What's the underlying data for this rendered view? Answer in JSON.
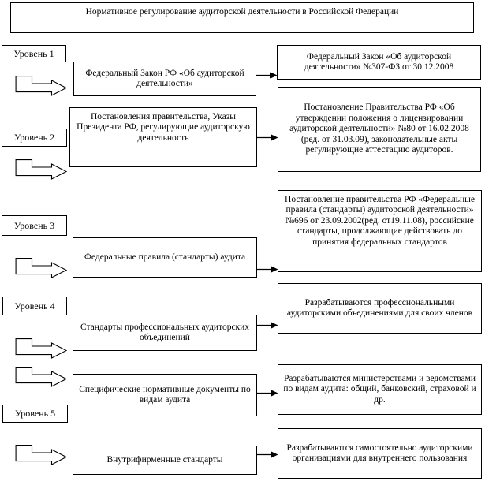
{
  "title": "Нормативное регулирование аудиторской деятельности в Российской Федерации",
  "levels": [
    {
      "label": "Уровень 1"
    },
    {
      "label": "Уровень 2"
    },
    {
      "label": "Уровень 3"
    },
    {
      "label": "Уровень 4"
    },
    {
      "label": "Уровень 5"
    }
  ],
  "rows": [
    {
      "middle": "Федеральный Закон РФ «Об аудиторской деятельности»",
      "right": "Федеральный Закон «Об аудиторской деятельности» №307-ФЗ от 30.12.2008"
    },
    {
      "middle": "Постановления правительства, Указы Президента РФ, регулирующие аудиторскую деятельность",
      "right": "Постановление Правительства РФ «Об утверждении положения о лицензировании аудиторской деятельности» №80 от 16.02.2008 (ред. от 31.03.09), законодательные акты регулирующие аттестацию аудиторов."
    },
    {
      "middle": "Федеральные правила (стандарты) аудита",
      "right": "Постановление правительства РФ «Федеральные правила (стандарты) аудиторской деятельности» №696 от 23.09.2002(ред. от19.11.08), российские стандарты, продолжающие действовать до принятия федеральных стандартов"
    },
    {
      "middle": "Стандарты профессиональных аудиторских объединений",
      "right": "Разрабатываются профессиональными аудиторскими объединениями для своих членов"
    },
    {
      "middle": "Специфические нормативные документы по видам аудита",
      "right": "Разрабатываются министерствами и ведомствами по видам аудита: общий, банковский, страховой и др."
    },
    {
      "middle": "Внутрифирменные стандарты",
      "right": "Разрабатываются самостоятельно аудиторскими организациями для внутреннего пользования"
    }
  ],
  "colors": {
    "border": "#000000",
    "background": "#ffffff",
    "text": "#000000"
  }
}
